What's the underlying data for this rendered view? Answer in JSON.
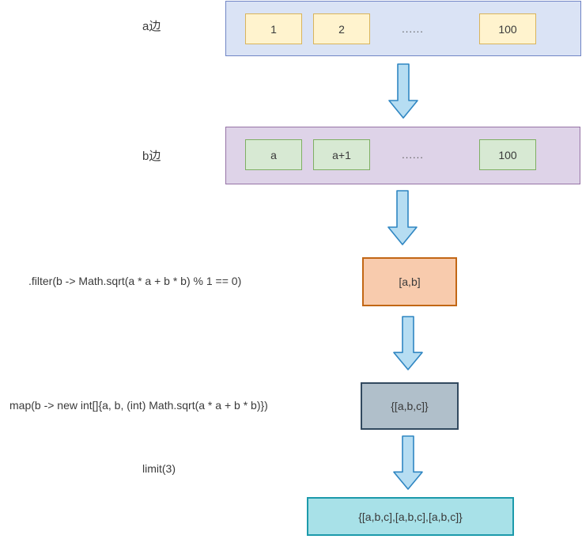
{
  "labels": {
    "side_a": "a边",
    "side_b": "b边",
    "filter": ".filter(b -> Math.sqrt(a * a + b * b) % 1 == 0)",
    "map": "map(b -> new int[]{a, b, (int) Math.sqrt(a * a + b * b)})",
    "limit": "limit(3)"
  },
  "stream_a": {
    "items": [
      "1",
      "2",
      "......",
      "100"
    ]
  },
  "stream_b": {
    "items": [
      "a",
      "a+1",
      "......",
      "100"
    ]
  },
  "boxes": {
    "filter_result": "[a,b]",
    "map_result": "{[a,b,c]}",
    "final_result": "{[a,b,c],[a,b,c],[a,b,c]}"
  },
  "colors": {
    "stream_a_container_fill": "#dae3f5",
    "stream_a_container_border": "#7185c5",
    "stream_a_cell_fill": "#fff3ce",
    "stream_a_cell_border": "#d9b45b",
    "stream_b_container_fill": "#ded3e8",
    "stream_b_container_border": "#9673a6",
    "stream_b_cell_fill": "#d7e9d3",
    "stream_b_cell_border": "#7faf63",
    "filter_box_fill": "#f8cbad",
    "filter_box_border": "#c26715",
    "map_box_fill": "#b0bfca",
    "map_box_border": "#32495f",
    "final_box_fill": "#a8e1e8",
    "final_box_border": "#1c9aab",
    "arrow_fill": "#b6ddf2",
    "arrow_border": "#2f86c2",
    "text": "#3a3a3a"
  }
}
